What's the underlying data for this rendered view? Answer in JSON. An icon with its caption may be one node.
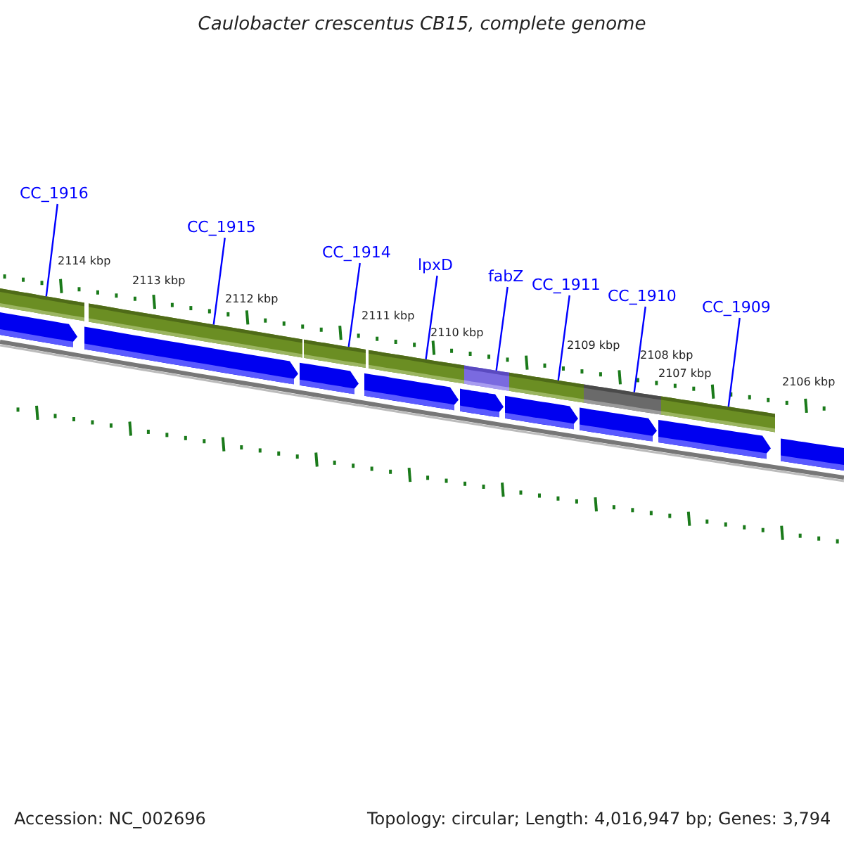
{
  "diagram": {
    "title": "Caulobacter crescentus CB15, complete genome",
    "nodes": [
      {
        "text": [
          "CC_1916"
        ]
      },
      {
        "text": [
          "CC_1915"
        ]
      },
      {
        "text": [
          "CC_1914"
        ]
      },
      {
        "text": [
          "lpxD"
        ]
      },
      {
        "text": [
          "fabZ"
        ]
      },
      {
        "text": [
          "CC_1911"
        ]
      },
      {
        "text": [
          "CC_1910"
        ]
      },
      {
        "text": [
          "CC_1909"
        ]
      },
      {
        "text": [],
        "shape": "bar"
      },
      {
        "text": [],
        "shape": "bar"
      },
      {
        "text": [],
        "shape": "bar"
      },
      {
        "text": [],
        "shape": "bar"
      },
      {
        "text": [],
        "shape": "bar"
      },
      {
        "text": [],
        "shape": "bar"
      },
      {
        "text": [],
        "shape": "bar"
      },
      {
        "text": [],
        "shape": "bar"
      },
      {
        "text": [],
        "shape": "arrow"
      },
      {
        "text": [],
        "shape": "arrow"
      },
      {
        "text": [],
        "shape": "arrow"
      },
      {
        "text": [],
        "shape": "arrow"
      },
      {
        "text": [],
        "shape": "arrow"
      },
      {
        "text": [],
        "shape": "arrow"
      },
      {
        "text": [],
        "shape": "arrow"
      },
      {
        "text": [],
        "shape": "arrow"
      },
      {
        "text": [],
        "shape": "arrow"
      }
    ],
    "edges": [
      {
        "from": 0,
        "to": 8,
        "arrow": "none"
      },
      {
        "from": 1,
        "to": 9,
        "arrow": "none"
      },
      {
        "from": 2,
        "to": 10,
        "arrow": "none"
      },
      {
        "from": 3,
        "to": 11,
        "arrow": "none"
      },
      {
        "from": 4,
        "to": 12,
        "arrow": "none"
      },
      {
        "from": 5,
        "to": 13,
        "arrow": "none"
      },
      {
        "from": 6,
        "to": 14,
        "arrow": "none"
      },
      {
        "from": 7,
        "to": 15,
        "arrow": "none"
      }
    ],
    "labels": [
      "2114 kbp",
      "2113 kbp",
      "2112 kbp",
      "2111 kbp",
      "2110 kbp",
      "2109 kbp",
      "2108 kbp",
      "2107 kbp",
      "2106 kbp",
      "Accession: NC_002696",
      "Topology: circular; Length: 4,016,947 bp; Genes: 3,794"
    ]
  }
}
